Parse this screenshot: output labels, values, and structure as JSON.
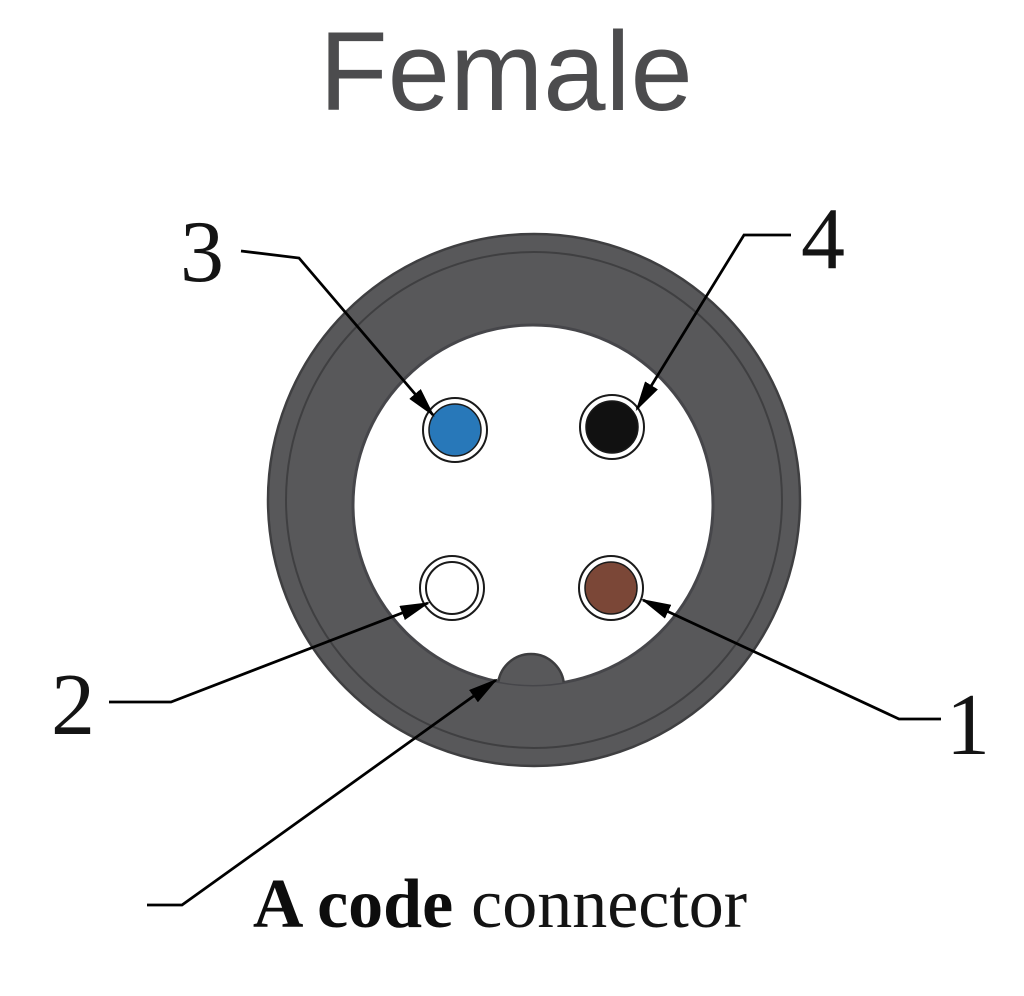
{
  "title": "Female",
  "caption": {
    "bold": "A code",
    "regular": "connector"
  },
  "pins": {
    "pin1": {
      "label": "1",
      "wire_color_name": "brown",
      "color": "#7b4737"
    },
    "pin2": {
      "label": "2",
      "wire_color_name": "white",
      "color": "#ffffff"
    },
    "pin3": {
      "label": "3",
      "wire_color_name": "blue",
      "color": "#2878b9"
    },
    "pin4": {
      "label": "4",
      "wire_color_name": "black",
      "color": "#111111"
    }
  },
  "colors": {
    "body": "#58585a",
    "face": "#ffffff",
    "line": "#000000",
    "title": "#4c4c4e"
  }
}
